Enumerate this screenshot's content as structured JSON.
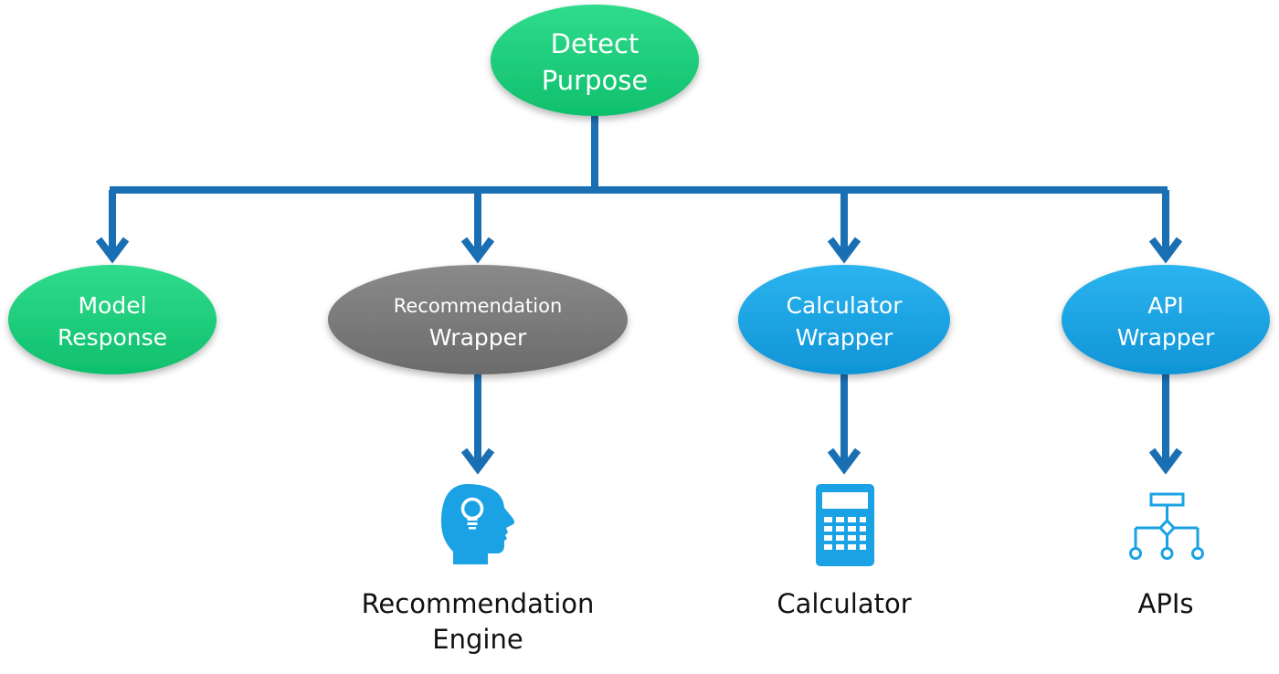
{
  "colors": {
    "green": "#19c978",
    "gray": "#7a7a7a",
    "blue": "#1aa2e4",
    "connector": "#1a6fb3",
    "icon": "#1aa2e4"
  },
  "nodes": {
    "detect_purpose": {
      "line1": "Detect",
      "line2": "Purpose"
    },
    "model_response": {
      "line1": "Model",
      "line2": "Response"
    },
    "recommendation_wrapper": {
      "line1": "Recommendation",
      "line2": "Wrapper"
    },
    "calculator_wrapper": {
      "line1": "Calculator",
      "line2": "Wrapper"
    },
    "api_wrapper": {
      "line1": "API",
      "line2": "Wrapper"
    }
  },
  "targets": {
    "recommendation_engine": {
      "icon": "lightbulb-head-icon",
      "line1": "Recommendation",
      "line2": "Engine"
    },
    "calculator": {
      "icon": "calculator-icon",
      "line1": "Calculator"
    },
    "apis": {
      "icon": "api-flowchart-icon",
      "line1": "APIs"
    }
  }
}
